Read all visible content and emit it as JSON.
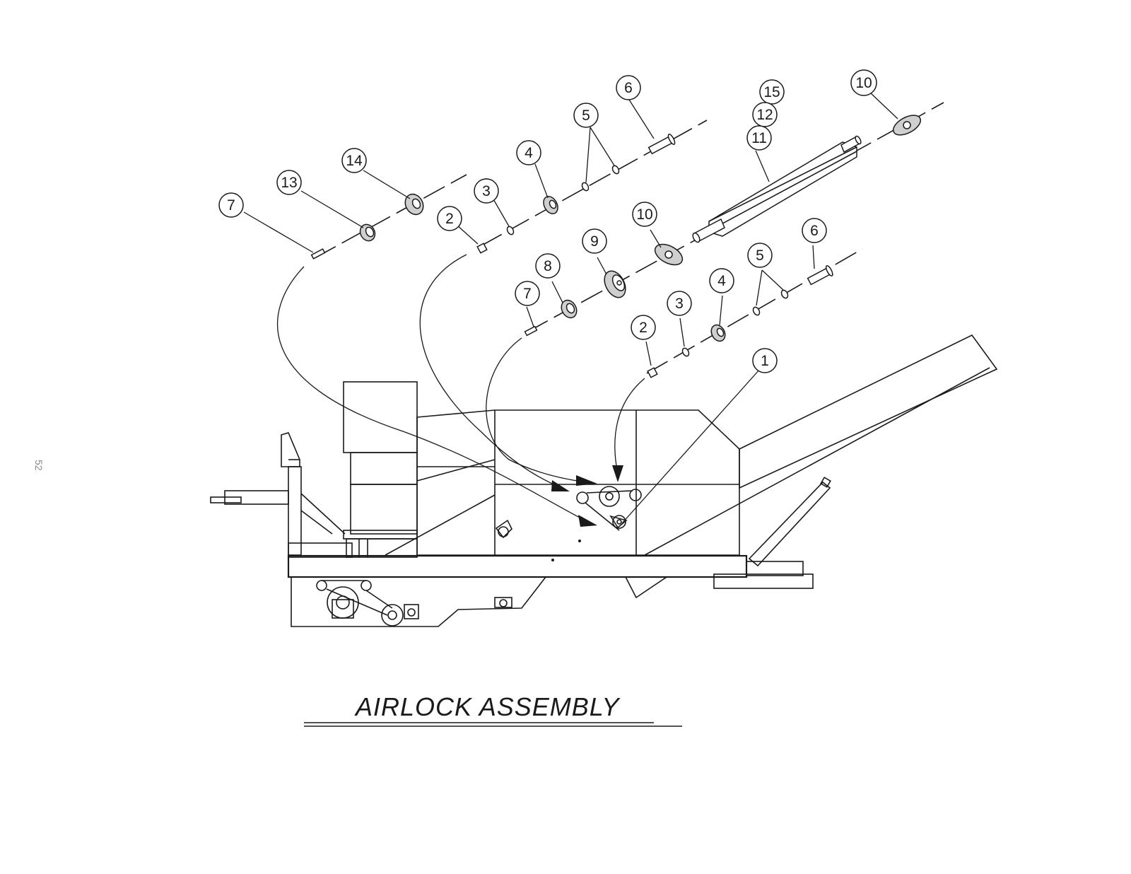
{
  "title": "AIRLOCK ASSEMBLY",
  "page_number": "52",
  "callouts": [
    {
      "id": "c7a",
      "label": "7"
    },
    {
      "id": "c13",
      "label": "13"
    },
    {
      "id": "c14",
      "label": "14"
    },
    {
      "id": "c2a",
      "label": "2"
    },
    {
      "id": "c3a",
      "label": "3"
    },
    {
      "id": "c4a",
      "label": "4"
    },
    {
      "id": "c5a",
      "label": "5"
    },
    {
      "id": "c6a",
      "label": "6"
    },
    {
      "id": "c15",
      "label": "15"
    },
    {
      "id": "c12",
      "label": "12"
    },
    {
      "id": "c11",
      "label": "11"
    },
    {
      "id": "c10a",
      "label": "10"
    },
    {
      "id": "c10b",
      "label": "10"
    },
    {
      "id": "c9",
      "label": "9"
    },
    {
      "id": "c8",
      "label": "8"
    },
    {
      "id": "c7b",
      "label": "7"
    },
    {
      "id": "c6b",
      "label": "6"
    },
    {
      "id": "c5b",
      "label": "5"
    },
    {
      "id": "c4b",
      "label": "4"
    },
    {
      "id": "c3b",
      "label": "3"
    },
    {
      "id": "c2b",
      "label": "2"
    },
    {
      "id": "c1",
      "label": "1"
    }
  ]
}
